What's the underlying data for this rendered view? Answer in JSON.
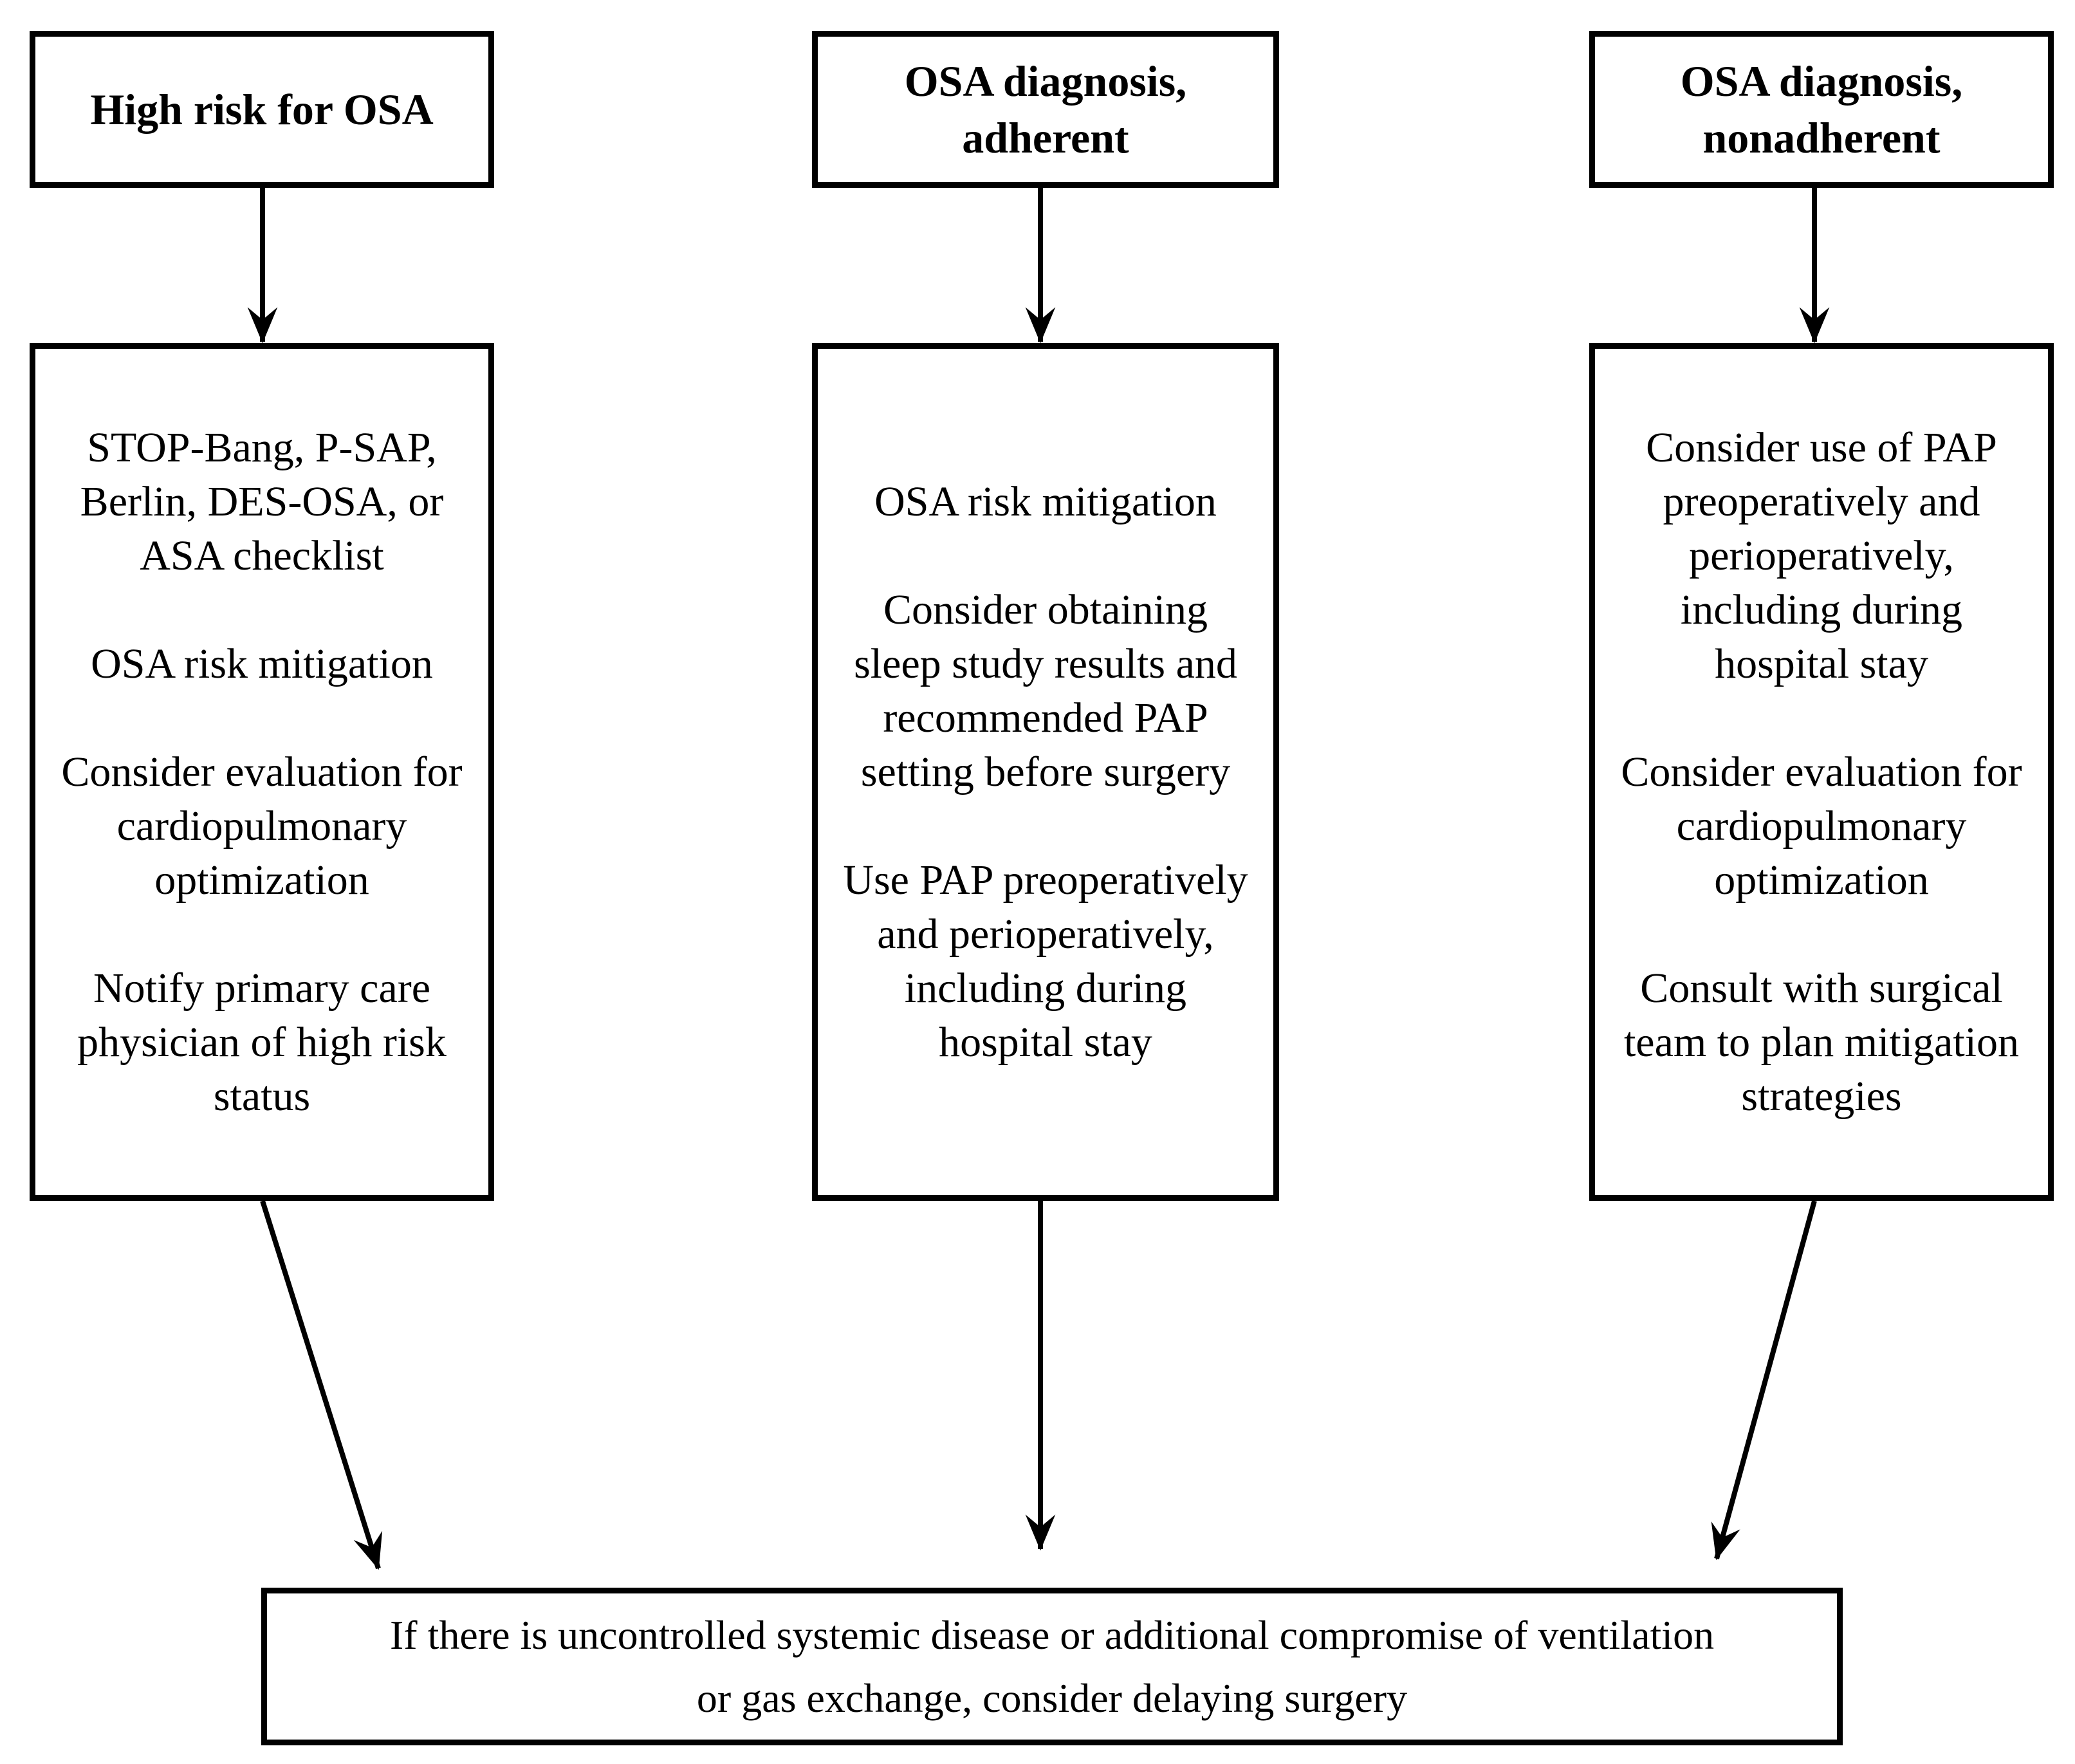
{
  "colors": {
    "ink": "#000000",
    "paper": "#ffffff"
  },
  "flowchart": {
    "columns": [
      {
        "id": "high-risk",
        "header_lines": [
          "High risk for OSA"
        ],
        "action_paragraphs": [
          [
            "STOP-Bang, P-SAP,",
            "Berlin, DES-OSA, or",
            "ASA checklist"
          ],
          [
            "OSA risk mitigation"
          ],
          [
            "Consider evaluation for",
            "cardiopulmonary",
            "optimization"
          ],
          [
            "Notify primary care",
            "physician of high risk",
            "status"
          ]
        ]
      },
      {
        "id": "osa-adherent",
        "header_lines": [
          "OSA diagnosis,",
          "adherent"
        ],
        "action_paragraphs": [
          [
            "OSA risk mitigation"
          ],
          [
            "Consider obtaining",
            "sleep study results and",
            "recommended PAP",
            "setting before surgery"
          ],
          [
            "Use PAP preoperatively",
            "and perioperatively,",
            "including during",
            "hospital stay"
          ]
        ]
      },
      {
        "id": "osa-nonadherent",
        "header_lines": [
          "OSA diagnosis,",
          "nonadherent"
        ],
        "action_paragraphs": [
          [
            "Consider use of PAP",
            "preoperatively and",
            "perioperatively,",
            "including during",
            "hospital stay"
          ],
          [
            "Consider evaluation for",
            "cardiopulmonary",
            "optimization"
          ],
          [
            "Consult with surgical",
            "team to plan mitigation",
            "strategies"
          ]
        ]
      }
    ],
    "footer_lines": [
      "If there is uncontrolled systemic disease or additional compromise of ventilation",
      "or gas exchange, consider delaying surgery"
    ]
  }
}
